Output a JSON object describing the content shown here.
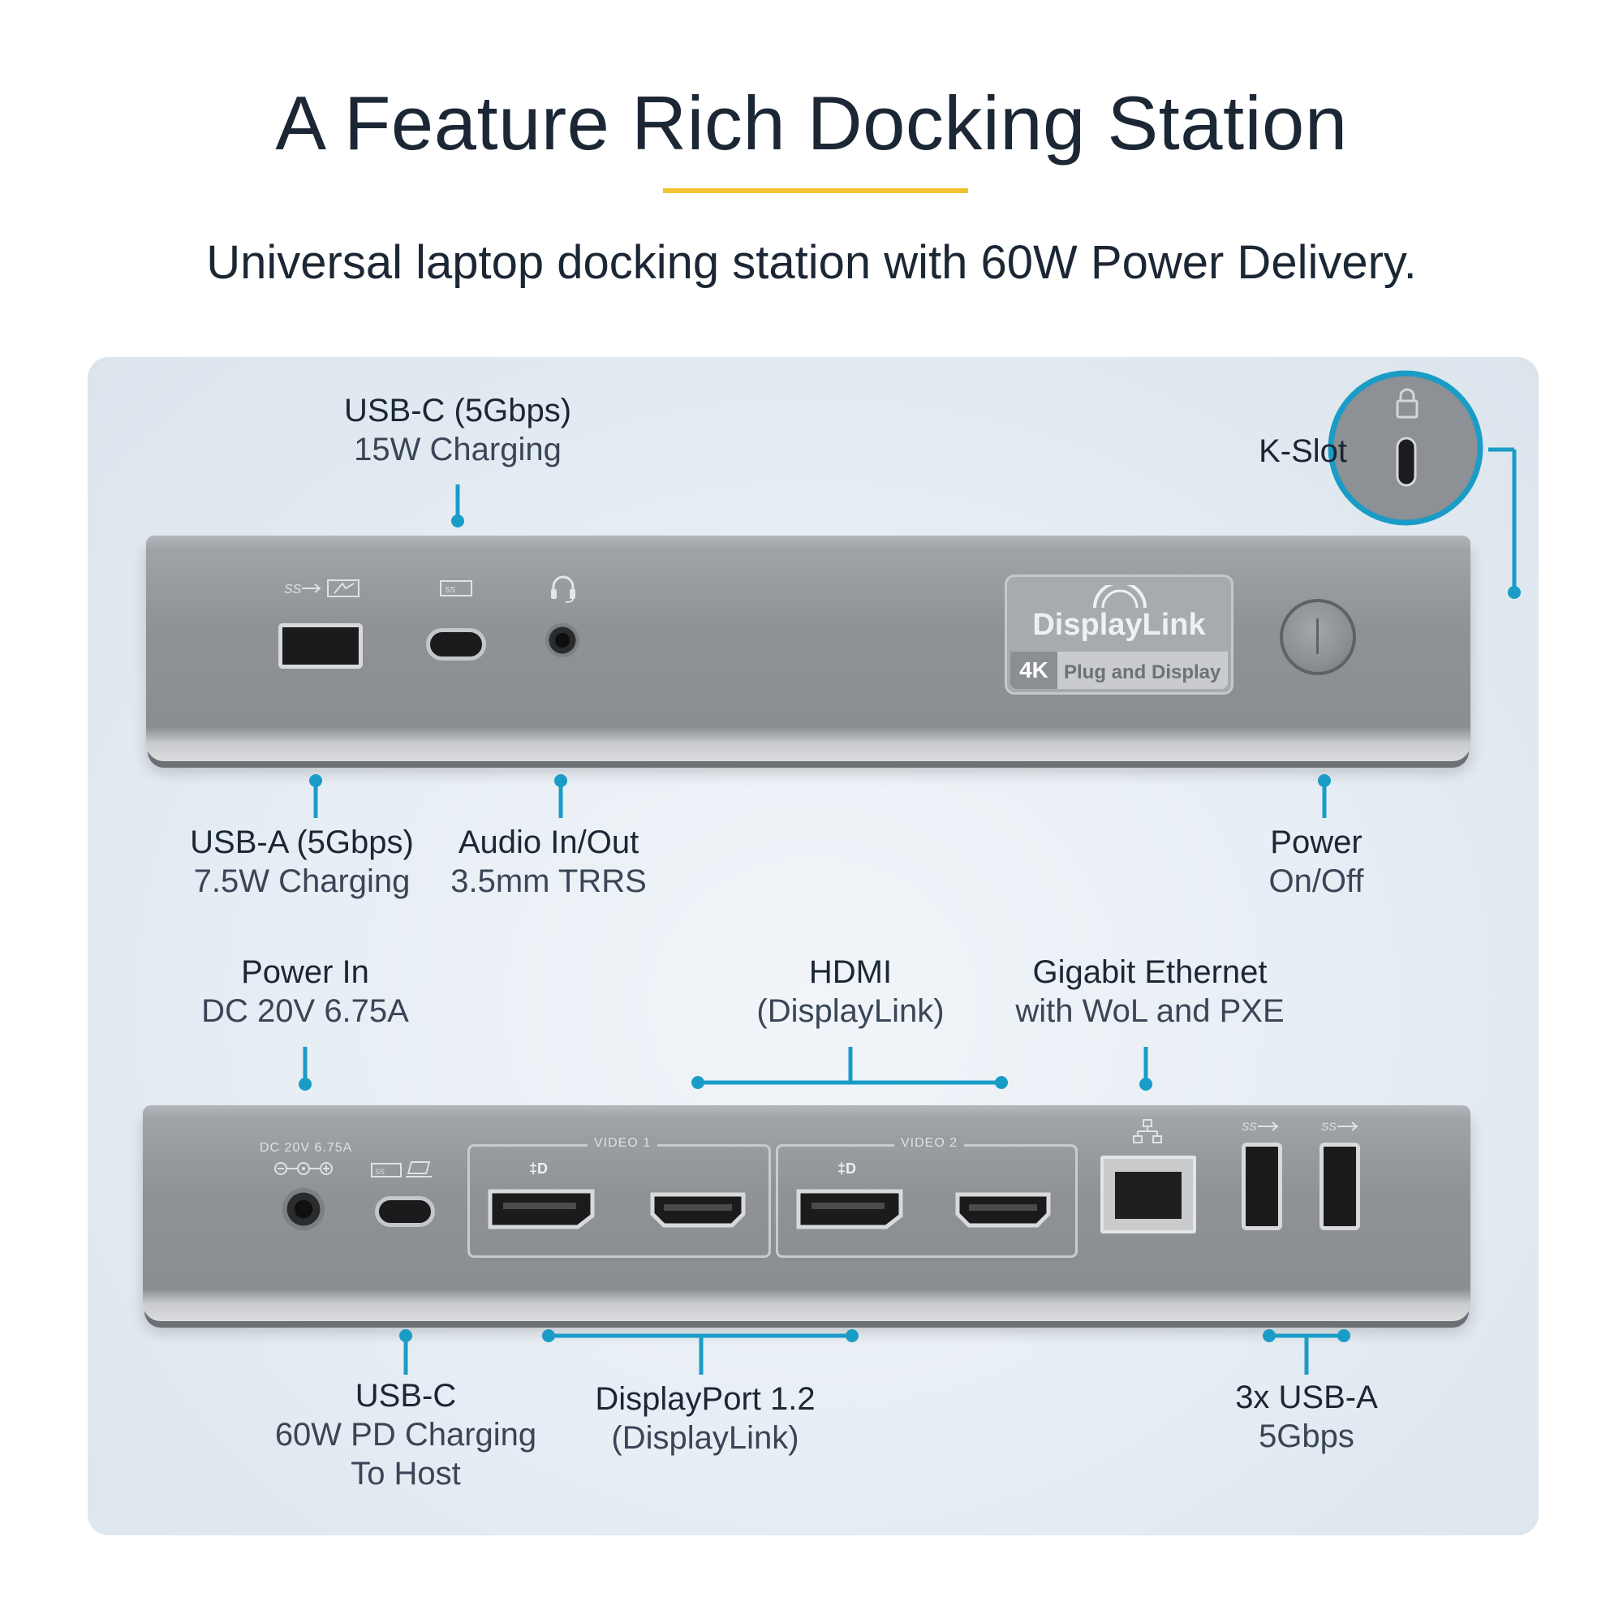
{
  "header": {
    "title": "A Feature Rich Docking Station",
    "subtitle": "Universal laptop docking station with 60W Power Delivery."
  },
  "colors": {
    "accent_line": "#f2c230",
    "callout_blue": "#1a9cc7",
    "dock_gray": "#8f9296"
  },
  "front_callouts": {
    "usbc": {
      "title": "USB-C (5Gbps)",
      "sub": "15W Charging"
    },
    "kslot": {
      "title": "K-Slot"
    },
    "usba": {
      "title": "USB-A (5Gbps)",
      "sub": "7.5W Charging"
    },
    "audio": {
      "title": "Audio In/Out",
      "sub": "3.5mm TRRS"
    },
    "power": {
      "title": "Power",
      "sub": "On/Off"
    }
  },
  "rear_callouts": {
    "power_in": {
      "title": "Power In",
      "sub": "DC 20V 6.75A"
    },
    "hdmi": {
      "title": "HDMI",
      "sub": "(DisplayLink)"
    },
    "ethernet": {
      "title": "Gigabit Ethernet",
      "sub": "with WoL and PXE"
    },
    "usbc": {
      "title": "USB-C",
      "sub": "60W PD Charging",
      "sub2": "To Host"
    },
    "displayport": {
      "title": "DisplayPort 1.2",
      "sub": "(DisplayLink)"
    },
    "usba": {
      "title": "3x USB-A",
      "sub": "5Gbps"
    }
  },
  "device_markings": {
    "displaylink_name": "DisplayLink",
    "displaylink_4k": "4K",
    "displaylink_plug": "Plug and Display",
    "dc_label": "DC 20V 6.75A",
    "video1": "VIDEO 1",
    "video2": "VIDEO 2"
  }
}
